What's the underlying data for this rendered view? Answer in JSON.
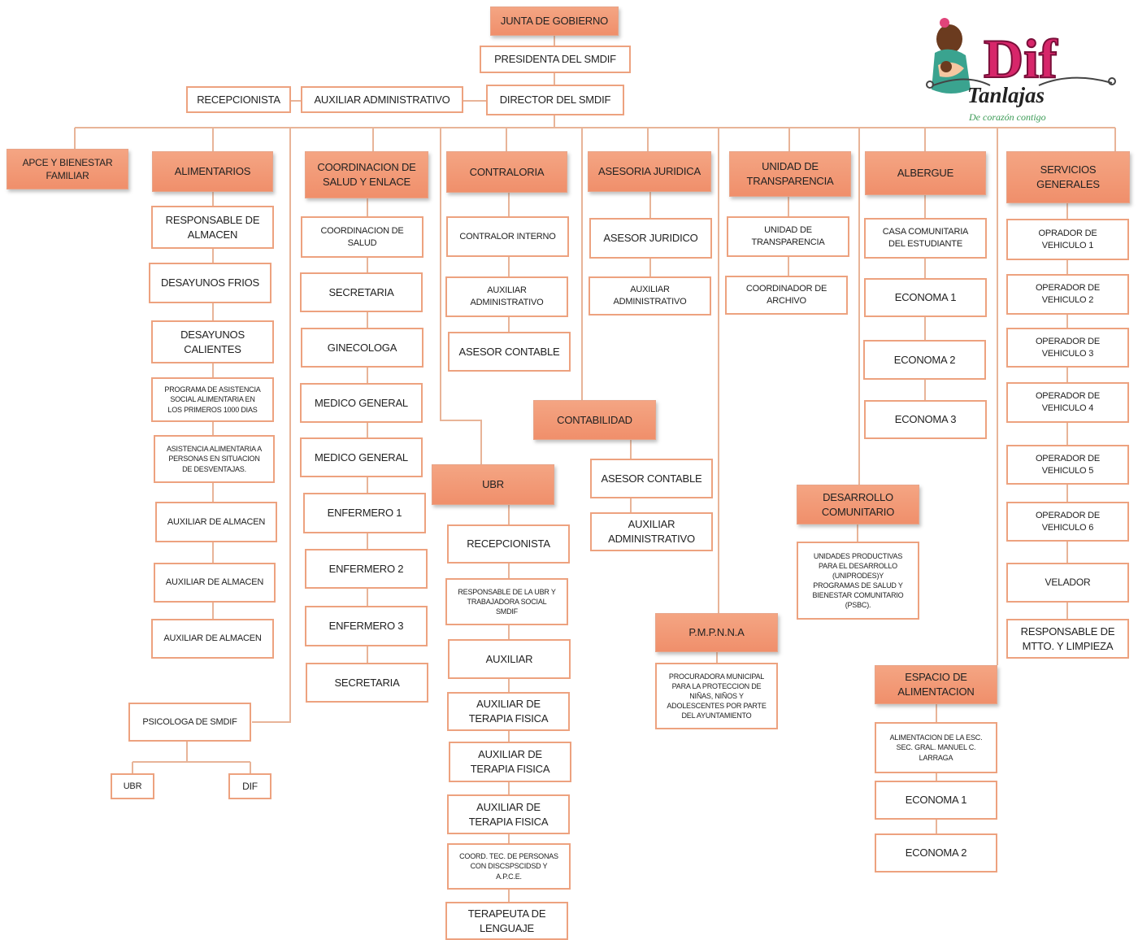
{
  "colors": {
    "header_fill": "#f29877",
    "border": "#eda27f",
    "line": "#e8b498"
  },
  "logo": {
    "text": "Dif",
    "subtitle": "Tanlajas",
    "tagline": "De corazón contigo"
  },
  "boxes": {
    "junta": "JUNTA DE GOBIERNO",
    "presidenta": "PRESIDENTA DEL SMDIF",
    "director": "DIRECTOR DEL SMDIF",
    "recepcionista_top": "RECEPCIONISTA",
    "aux_admin_top": "AUXILIAR ADMINISTRATIVO",
    "apce": "APCE Y BIENESTAR\nFAMILIAR",
    "alimentarios": "ALIMENTARIOS",
    "coord_salud": "COORDINACION DE\nSALUD Y ENLACE",
    "contraloria": "CONTRALORIA",
    "asesoria": "ASESORIA JURIDICA",
    "transparencia": "UNIDAD DE\nTRANSPARENCIA",
    "albergue": "ALBERGUE",
    "servicios": "SERVICIOS\nGENERALES",
    "resp_almacen": "RESPONSABLE DE\nALMACEN",
    "desayunos_frios": "DESAYUNOS FRIOS",
    "desayunos_calientes": "DESAYUNOS\nCALIENTES",
    "programa": "PROGRAMA DE ASISTENCIA\nSOCIAL ALIMENTARIA EN\nLOS PRIMEROS  1000 DIAS",
    "asistencia": "ASISTENCIA ALIMENTARIA A\nPERSONAS EN SITUACION\nDE DESVENTAJAS.",
    "aux_almacen_1": "AUXILIAR DE ALMACEN",
    "aux_almacen_2": "AUXILIAR DE ALMACEN",
    "aux_almacen_3": "AUXILIAR DE ALMACEN",
    "psicologa": "PSICOLOGA DE SMDIF",
    "ubr_small": "UBR",
    "dif_small": "DIF",
    "coord_de_salud": "COORDINACION DE\nSALUD",
    "secretaria_1": "SECRETARIA",
    "ginecologa": "GINECOLOGA",
    "medico_1": "MEDICO GENERAL",
    "medico_2": "MEDICO GENERAL",
    "enfermero_1": "ENFERMERO 1",
    "enfermero_2": "ENFERMERO 2",
    "enfermero_3": "ENFERMERO 3",
    "secretaria_2": "SECRETARIA",
    "contralor": "CONTRALOR INTERNO",
    "aux_admin_contra": "AUXILIAR\nADMINISTRATIVO",
    "asesor_contable_1": "ASESOR CONTABLE",
    "ubr": "UBR",
    "recepcionista_ubr": "RECEPCIONISTA",
    "resp_ubr": "RESPONSABLE DE LA UBR Y\nTRABAJADORA SOCIAL\nSMDIF",
    "auxiliar_ubr": "AUXILIAR",
    "aux_terapia_1": "AUXILIAR DE\nTERAPIA FISICA",
    "aux_terapia_2": "AUXILIAR DE\nTERAPIA FISICA",
    "aux_terapia_3": "AUXILIAR DE\nTERAPIA FISICA",
    "coord_tec": "COORD. TEC. DE PERSONAS\nCON DISCSPSCIDSD Y\nA.P.C.E.",
    "terapeuta": "TERAPEUTA DE\nLENGUAJE",
    "asesor_juridico": "ASESOR JURIDICO",
    "aux_admin_juri": "AUXILIAR\nADMINISTRATIVO",
    "contabilidad": "CONTABILIDAD",
    "asesor_contable_2": "ASESOR CONTABLE",
    "aux_admin_conta": "AUXILIAR\nADMINISTRATIVO",
    "pmpnna": "P.M.P.N.N.A",
    "procuradora": "PROCURADORA MUNICIPAL\nPARA LA PROTECCION  DE\nNIÑAS, NIÑOS Y\nADOLESCENTES POR  PARTE\nDEL AYUNTAMIENTO",
    "unidad_transp": "UNIDAD DE\nTRANSPARENCIA",
    "coord_archivo": "COORDINADOR DE\nARCHIVO",
    "casa": "CASA COMUNITARIA\nDEL ESTUDIANTE",
    "economa_1": "ECONOMA 1",
    "economa_2": "ECONOMA 2",
    "economa_3": "ECONOMA 3",
    "desarrollo": "DESARROLLO\nCOMUNITARIO",
    "unidades": "UNIDADES PRODUCTIVAS\nPARA EL DESARROLLO\n(UNIPRODES)Y\nPROGRAMAS DE SALUD Y\nBIENESTAR COMUNITARIO\n(PSBC).",
    "espacio": "ESPACIO DE\nALIMENTACION",
    "alimentacion_esc": "ALIMENTACION DE LA ESC.\nSEC. GRAL. MANUEL C.\nLARRAGA",
    "economa_e1": "ECONOMA 1",
    "economa_e2": "ECONOMA 2",
    "op_1": "OPRADOR DE\nVEHICULO 1",
    "op_2": "OPERADOR DE\nVEHICULO 2",
    "op_3": "OPERADOR DE\nVEHICULO 3",
    "op_4": "OPERADOR DE\nVEHICULO 4",
    "op_5": "OPERADOR DE\nVEHICULO 5",
    "op_6": "OPERADOR DE\nVEHICULO 6",
    "velador": "VELADOR",
    "resp_mtto": "RESPONSABLE DE\nMTTO. Y LIMPIEZA"
  }
}
